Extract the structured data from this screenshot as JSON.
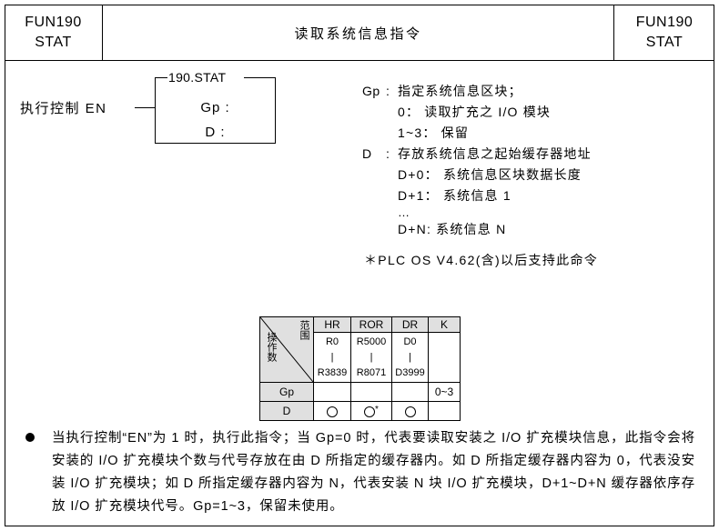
{
  "header": {
    "left": {
      "code": "FUN190",
      "mnemonic": "STAT"
    },
    "title": "读取系统信息指令",
    "right": {
      "code": "FUN190",
      "mnemonic": "STAT"
    }
  },
  "ladder": {
    "en_label": "执行控制 EN",
    "block_title": "190.STAT",
    "operand_gp": "Gp :",
    "operand_d": "D :"
  },
  "description": {
    "gp": {
      "key": "Gp",
      "colon": ":",
      "text": "指定系统信息区块；",
      "lines": [
        "0： 读取扩充之 I/O 模块",
        "1~3： 保留"
      ]
    },
    "d": {
      "key": "D",
      "colon": ":",
      "text": "存放系统信息之起始缓存器地址",
      "lines": [
        "D+0： 系统信息区块数据长度",
        "D+1： 系统信息 1"
      ],
      "ellipsis": "…",
      "last_line": "D+N: 系统信息 N"
    },
    "note": "＊PLC OS V4.62(含)以后支持此命令"
  },
  "operand_table": {
    "corner": {
      "range_label": "范围",
      "operand_label": "操作数"
    },
    "columns": [
      "HR",
      "ROR",
      "DR",
      "K"
    ],
    "ranges": [
      {
        "from": "R0",
        "sep": "|",
        "to": "R3839"
      },
      {
        "from": "R5000",
        "sep": "|",
        "to": "R8071"
      },
      {
        "from": "D0",
        "sep": "|",
        "to": "D3999"
      },
      {
        "from": "",
        "sep": "",
        "to": ""
      }
    ],
    "rows": [
      {
        "name": "Gp",
        "hr": "",
        "ror": "",
        "dr": "",
        "k": "0~3"
      },
      {
        "name": "D",
        "hr": "circle",
        "ror": "circle-star",
        "dr": "circle",
        "k": ""
      }
    ]
  },
  "note_block": {
    "bullet_text": "当执行控制“EN”为 1 时，执行此指令；当 Gp=0 时，代表要读取安装之 I/O 扩充模块信息，此指令会将安装的 I/O 扩充模块个数与代号存放在由 D 所指定的缓存器内。如 D 所指定缓存器内容为 0，代表没安装 I/O 扩充模块；如 D 所指定缓存器内容为 N，代表安装 N 块 I/O 扩充模块，D+1~D+N 缓存器依序存放 I/O 扩充模块代号。Gp=1~3，保留未使用。"
  }
}
